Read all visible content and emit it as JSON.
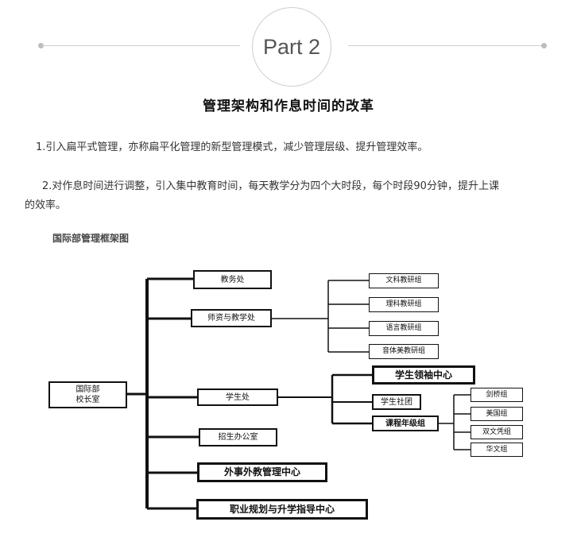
{
  "header": {
    "part_label": "Part 2"
  },
  "article": {
    "title": "管理架构和作息时间的改革",
    "paragraph1": "1.引入扁平式管理，亦称扁平化管理的新型管理模式，减少管理层级、提升管理效率。",
    "paragraph2_line1": "2.对作息时间进行调整，引入集中教育时间，每天教学分为四个大时段，每个时段90分钟，提升上课",
    "paragraph2_line2": "的效率。"
  },
  "diagram": {
    "title": "国际部管理框架图",
    "root": "国际部\n校长室",
    "departments": {
      "academic_affairs": "教务处",
      "teacher_affairs": "师资与教学处",
      "student_affairs": "学生处",
      "admissions": "招生办公室",
      "foreign_affairs": "外事外教管理中心",
      "career": "职业规划与升学指导中心"
    },
    "teaching_groups": [
      "文科教研组",
      "理科教研组",
      "语言教研组",
      "音体美教研组"
    ],
    "student_units": {
      "leadership": "学生领袖中心",
      "clubs": "学生社团",
      "grade": "课程年级组"
    },
    "grade_groups": [
      "剑桥组",
      "美国组",
      "双文凭组",
      "华文组"
    ]
  }
}
